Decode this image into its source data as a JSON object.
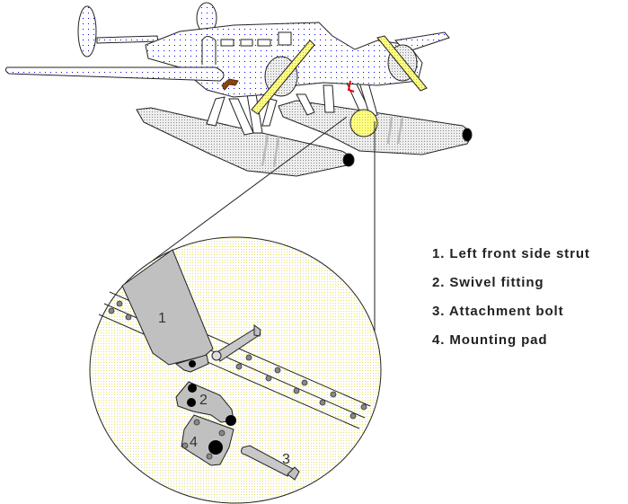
{
  "title": "Seaplane float strut attachment",
  "legend": [
    {
      "num": "1",
      "text": "1. Left front side strut"
    },
    {
      "num": "2",
      "text": "2. Swivel fitting"
    },
    {
      "num": "3",
      "text": "3. Attachment bolt"
    },
    {
      "num": "4",
      "text": "4. Mounting pad"
    }
  ],
  "callouts": [
    "1",
    "2",
    "3",
    "4"
  ],
  "colors": {
    "fuselage_dots": "#0000ff",
    "float_fill": "#d8d8d8",
    "detail_bg": "#fffbc8",
    "part_fill": "#c0c0c0",
    "propeller": "#ffff66",
    "exhaust": "#8b4513"
  }
}
